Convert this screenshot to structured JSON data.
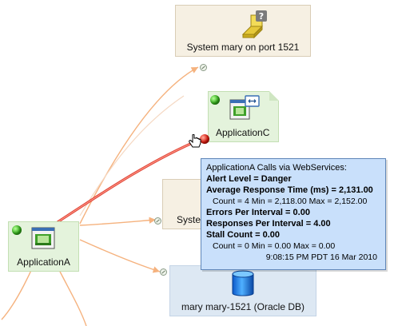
{
  "nodes": {
    "system_top": {
      "label": "System mary on port 1521"
    },
    "application_c": {
      "label": "ApplicationC"
    },
    "application_a": {
      "label": "ApplicationA"
    },
    "system_partial": {
      "label": "Syste"
    },
    "oracle_db": {
      "label": "mary mary-1521 (Oracle DB)"
    }
  },
  "tooltip": {
    "title": "ApplicationA Calls via WebServices:",
    "alert_level": "Alert Level = Danger",
    "avg_response_time": "Average Response Time (ms) = 2,131.00",
    "avg_response_stats": "Count = 4  Min = 2,118.00  Max = 2,152.00",
    "errors_per_interval": "Errors Per Interval = 0.00",
    "responses_per_interval": "Responses Per Interval = 4.00",
    "stall_count": "Stall Count = 0.00",
    "stall_stats": "Count = 0  Min = 0.00  Max = 0.00",
    "timestamp": "9:08:15 PM PDT 16 Mar 2010"
  },
  "colors": {
    "edge": "#f5b27e",
    "edge_highlight": "#e0483a",
    "status_ok": "#33b21a",
    "status_danger": "#e2180c"
  },
  "icons": {
    "system_top": "unknown-system-icon",
    "application_c": "web-service-application-icon",
    "application_a": "application-window-icon",
    "oracle_db": "database-cylinder-icon",
    "cursor": "hand-pointer-icon"
  }
}
